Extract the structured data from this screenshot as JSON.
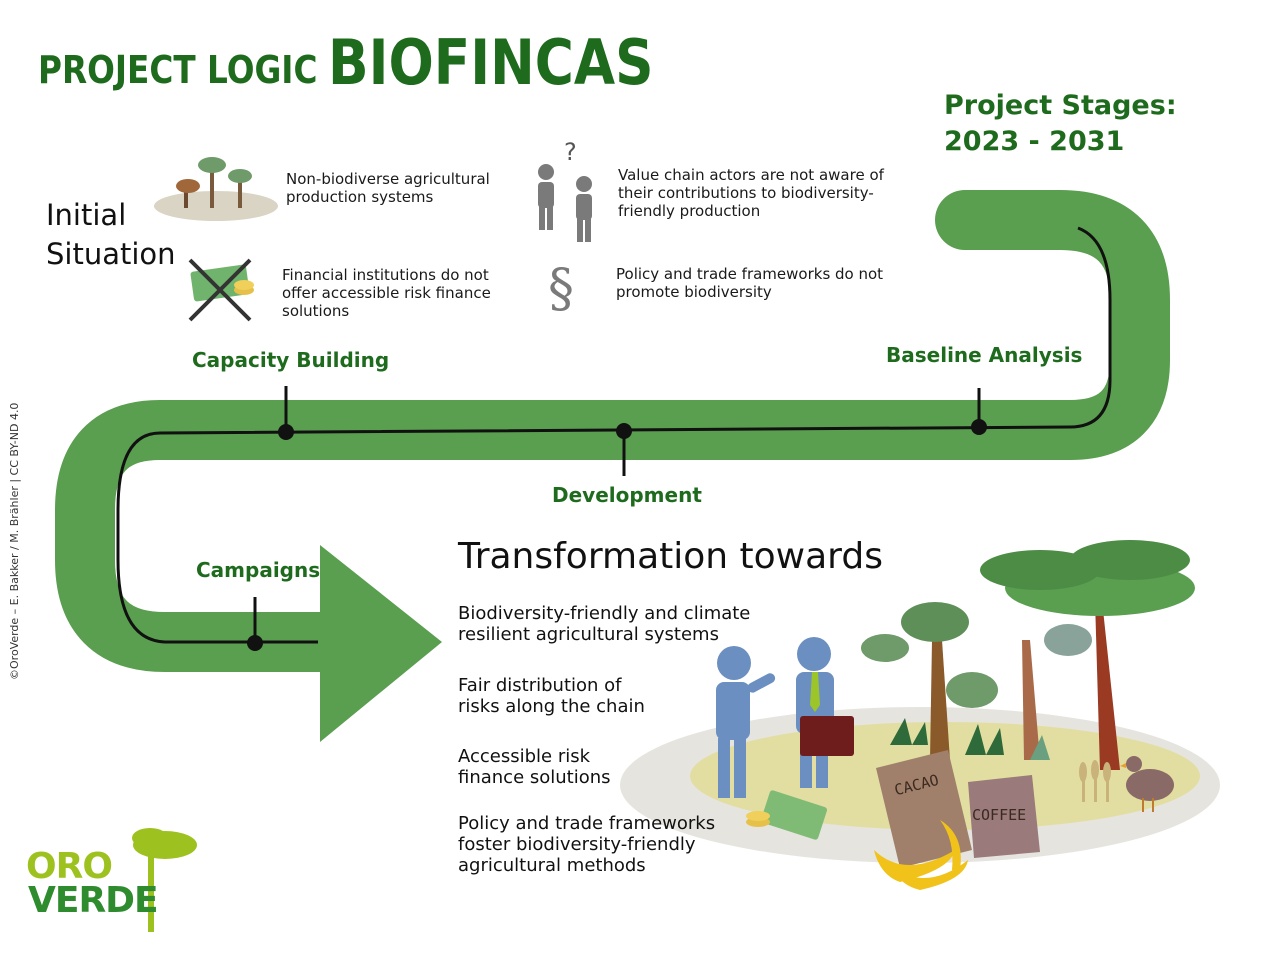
{
  "title": {
    "prefix": "PROJECT LOGIC",
    "name": "BIOFINCAS"
  },
  "stages_heading": {
    "line1": "Project Stages:",
    "line2": "2023 - 2031"
  },
  "initial_situation": {
    "heading_line1": "Initial",
    "heading_line2": "Situation",
    "items": [
      {
        "icon": "trees-icon",
        "lines": [
          "Non-biodiverse agricultural",
          "production systems"
        ]
      },
      {
        "icon": "crossed-money-icon",
        "lines": [
          "Financial institutions do not",
          "offer accessible risk finance",
          "solutions"
        ]
      },
      {
        "icon": "confused-people-icon",
        "lines": [
          "Value chain actors are not aware of",
          "their contributions to biodiversity-",
          "friendly production"
        ]
      },
      {
        "icon": "paragraph-icon",
        "lines": [
          "Policy and trade frameworks do not",
          "promote biodiversity"
        ]
      }
    ]
  },
  "stages": [
    "Baseline Analysis",
    "Capacity Building",
    "Development",
    "Campaigns"
  ],
  "transformation": {
    "heading": "Transformation towards",
    "outcomes": [
      [
        "Biodiversity-friendly and climate",
        "resilient agricultural systems"
      ],
      [
        "Fair distribution of",
        "risks along the chain"
      ],
      [
        "Accessible risk",
        "finance solutions"
      ],
      [
        "Policy and trade frameworks",
        "foster biodiversity-friendly",
        "agricultural methods"
      ]
    ],
    "bag_labels": [
      "CACAO",
      "COFFEE"
    ]
  },
  "credit": "©OroVerde – E. Bakker / M. Brähler | CC BY-ND 4.0",
  "logo": {
    "line1": "ORO",
    "line2": "VERDE"
  },
  "colors": {
    "brand_green": "#1e6b1e",
    "path_green": "#5a9e50",
    "logo_lime": "#9dc21f"
  }
}
